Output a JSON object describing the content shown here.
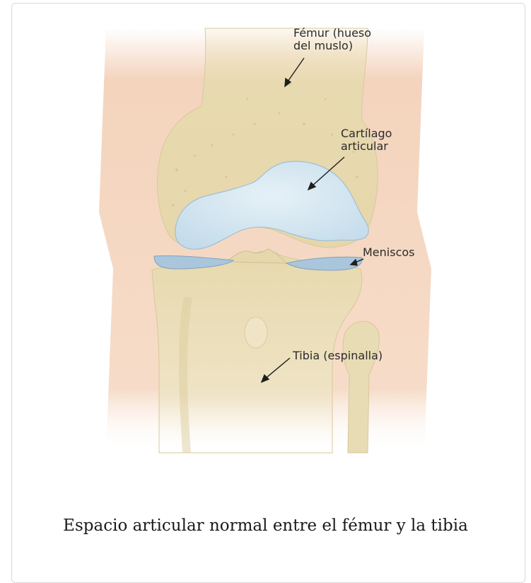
{
  "labels": {
    "femur": "Fémur (hueso\ndel muslo)",
    "cartilage": "Cartílago\narticular",
    "menisci": "Meniscos",
    "tibia": "Tibia (espinalla)"
  },
  "caption": "Espacio articular normal entre el fémur y la tibia",
  "colors": {
    "skin": "#f4d4bd",
    "bone": "#e9ddb5",
    "cartilage": "#d4e7f1",
    "meniscus": "#a9c6dc"
  }
}
